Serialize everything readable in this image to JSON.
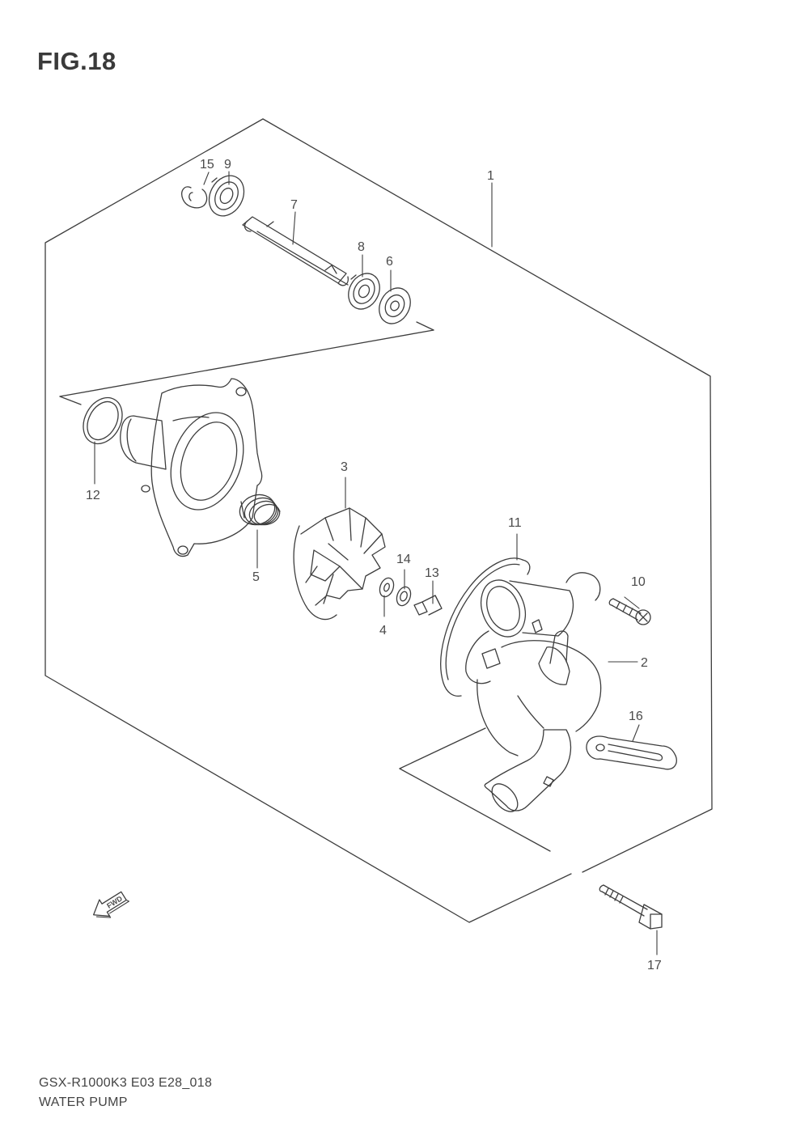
{
  "figure": {
    "title": "FIG.18"
  },
  "callouts": [
    {
      "id": "1",
      "label": "1"
    },
    {
      "id": "2",
      "label": "2"
    },
    {
      "id": "3",
      "label": "3"
    },
    {
      "id": "4",
      "label": "4"
    },
    {
      "id": "5",
      "label": "5"
    },
    {
      "id": "6",
      "label": "6"
    },
    {
      "id": "7",
      "label": "7"
    },
    {
      "id": "8",
      "label": "8"
    },
    {
      "id": "9",
      "label": "9"
    },
    {
      "id": "10",
      "label": "10"
    },
    {
      "id": "11",
      "label": "11"
    },
    {
      "id": "12",
      "label": "12"
    },
    {
      "id": "13",
      "label": "13"
    },
    {
      "id": "14",
      "label": "14"
    },
    {
      "id": "15",
      "label": "15"
    },
    {
      "id": "16",
      "label": "16"
    },
    {
      "id": "17",
      "label": "17"
    }
  ],
  "direction_marker": {
    "label": "FWD",
    "icon": "fwd-arrow-icon"
  },
  "footer": {
    "model_code": "GSX-R1000K3 E03 E28_018",
    "section_name": "WATER PUMP"
  },
  "colors": {
    "line": "#3d3d3d",
    "text": "#444444",
    "background": "#ffffff"
  }
}
